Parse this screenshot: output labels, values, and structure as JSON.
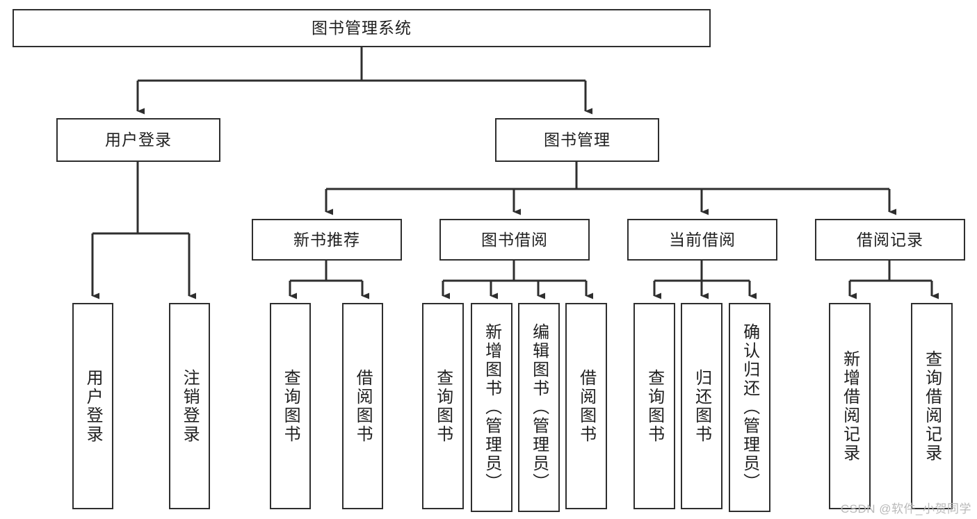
{
  "diagram": {
    "title": "图书管理系统",
    "watermark": "CSDN @软件_小贺同学",
    "colors": {
      "background": "#ffffff",
      "stroke": "#2e2e2e",
      "text": "#1f1f1f",
      "watermark": "#b9b9b9"
    },
    "nodes": {
      "root": {
        "label": "图书管理系统"
      },
      "level2": [
        {
          "id": "user-login",
          "label": "用户登录"
        },
        {
          "id": "book-management",
          "label": "图书管理"
        }
      ],
      "level3": [
        {
          "id": "new-book-recommend",
          "label": "新书推荐"
        },
        {
          "id": "book-borrow",
          "label": "图书借阅"
        },
        {
          "id": "current-borrow",
          "label": "当前借阅"
        },
        {
          "id": "borrow-record",
          "label": "借阅记录"
        }
      ],
      "leaves": {
        "user_login": [
          {
            "id": "leaf-user-login",
            "label": "用户登录"
          },
          {
            "id": "leaf-logout-login",
            "label": "注销登录"
          }
        ],
        "new_book_recommend": [
          {
            "id": "leaf-query-book-1",
            "label": "查询图书"
          },
          {
            "id": "leaf-borrow-book-1",
            "label": "借阅图书"
          }
        ],
        "book_borrow": [
          {
            "id": "leaf-query-book-2",
            "label": "查询图书"
          },
          {
            "id": "leaf-add-book",
            "label": "新增图书（管理员）"
          },
          {
            "id": "leaf-edit-book",
            "label": "编辑图书（管理员）"
          },
          {
            "id": "leaf-borrow-book-2",
            "label": "借阅图书"
          }
        ],
        "current_borrow": [
          {
            "id": "leaf-query-book-3",
            "label": "查询图书"
          },
          {
            "id": "leaf-return-book",
            "label": "归还图书"
          },
          {
            "id": "leaf-confirm-return",
            "label": "确认归还（管理员）"
          }
        ],
        "borrow_record": [
          {
            "id": "leaf-add-record",
            "label": "新增借阅记录"
          },
          {
            "id": "leaf-query-record",
            "label": "查询借阅记录"
          }
        ]
      }
    }
  }
}
